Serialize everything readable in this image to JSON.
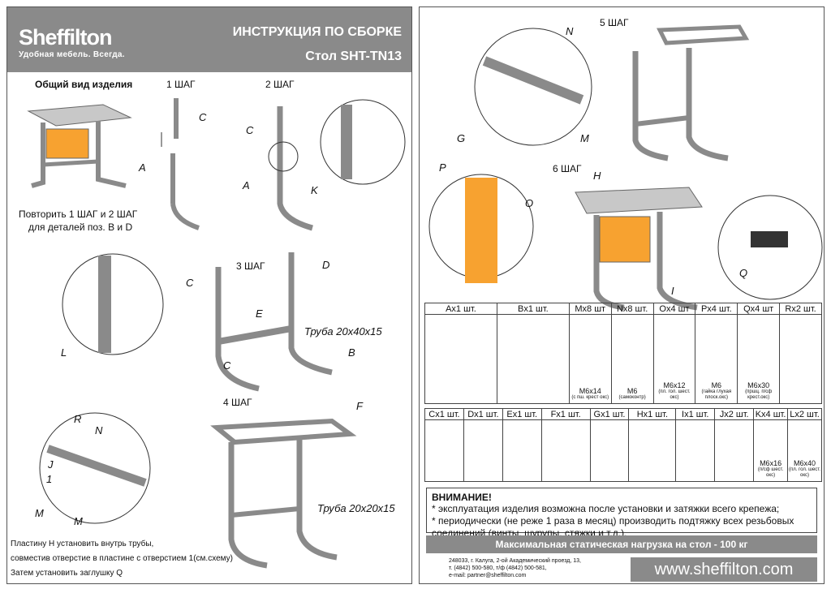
{
  "header": {
    "brand": "Sheffilton",
    "tagline": "Удобная мебель. Всегда.",
    "title": "ИНСТРУКЦИЯ ПО СБОРКЕ",
    "model": "Стол SHT-TN13"
  },
  "left": {
    "overview": "Общий вид изделия",
    "step1": "1 ШАГ",
    "step2": "2 ШАГ",
    "step3": "3 ШАГ",
    "step4": "4 ШАГ",
    "repeat1": "Повторить 1 ШАГ и 2 ШАГ",
    "repeat2": "для деталей поз. B и D",
    "tube1": "Труба 20x40x15",
    "tube2": "Труба 20x20x15",
    "note1": "Пластину H установить внутрь трубы,",
    "note2": "совместив отверстие в пластине с отверстием 1(см.схему)",
    "note3": "Затем установить заглушку Q",
    "letters": {
      "a": "A",
      "b": "B",
      "c": "C",
      "d": "D",
      "e": "E",
      "f": "F",
      "k": "K",
      "l": "L",
      "r": "R",
      "n": "N",
      "j": "J",
      "one": "1",
      "m": "M"
    }
  },
  "right": {
    "step5": "5 ШАГ",
    "step6": "6 ШАГ",
    "letters": {
      "n": "N",
      "g": "G",
      "m": "M",
      "p": "P",
      "h": "H",
      "o": "O",
      "i": "I",
      "q": "Q"
    },
    "parts_row1": [
      {
        "cap": "Ax1 шт.",
        "spec": "",
        "sub": ""
      },
      {
        "cap": "Bx1 шт.",
        "spec": "",
        "sub": ""
      },
      {
        "cap": "Mx8 шт",
        "spec": "M6x14",
        "sub": "(с пш. крест окс)"
      },
      {
        "cap": "Nx8 шт.",
        "spec": "M6",
        "sub": "(самоконтр)"
      },
      {
        "cap": "Ox4 шт",
        "spec": "M6x12",
        "sub": "(пл. гол. шест. окс)"
      },
      {
        "cap": "Px4 шт.",
        "spec": "M6",
        "sub": "(гайка глухая плоск.окс)"
      },
      {
        "cap": "Qx4 шт",
        "spec": "M6x30",
        "sub": "(пршц. п/сф крест.окс)"
      },
      {
        "cap": "Rx2 шт.",
        "spec": "",
        "sub": ""
      }
    ],
    "parts_row2": [
      {
        "cap": "Cx1 шт.",
        "spec": "",
        "sub": ""
      },
      {
        "cap": "Dx1 шт.",
        "spec": "",
        "sub": ""
      },
      {
        "cap": "Ex1 шт.",
        "spec": "",
        "sub": ""
      },
      {
        "cap": "Fx1 шт.",
        "spec": "",
        "sub": ""
      },
      {
        "cap": "Gx1 шт.",
        "spec": "",
        "sub": ""
      },
      {
        "cap": "Hx1 шт.",
        "spec": "",
        "sub": ""
      },
      {
        "cap": "Ix1 шт.",
        "spec": "",
        "sub": ""
      },
      {
        "cap": "Jx2 шт.",
        "spec": "",
        "sub": ""
      },
      {
        "cap": "Kx4 шт.",
        "spec": "M6x16",
        "sub": "(п/сф шест. окс)"
      },
      {
        "cap": "Lx2 шт.",
        "spec": "M6x40",
        "sub": "(пл. гол. шест. окс)"
      }
    ],
    "warning_title": "ВНИМАНИЕ!",
    "warning_1": "* эксплуатация изделия возможна после установки и затяжки всего крепежа;",
    "warning_2": "* периодически (не реже 1 раза в месяц) производить подтяжку всех резьбовых",
    "warning_3": "соединений (винты, шурупы, стяжки и т.д.).",
    "load": "Максимальная статическая нагрузка на стол - 100 кг",
    "addr1": "248033, г. Калуга, 2-ой Академический проезд, 13,",
    "addr2": "т. (4842) 500-580, т/ф (4842) 500-581,",
    "addr3": "e-mail: partner@sheffilton.com",
    "site": "www.sheffilton.com"
  },
  "colors": {
    "gray": "#8a8a8a",
    "orange": "#f7a230",
    "metal": "#9a9a9a",
    "top": "#c8c8c8"
  }
}
